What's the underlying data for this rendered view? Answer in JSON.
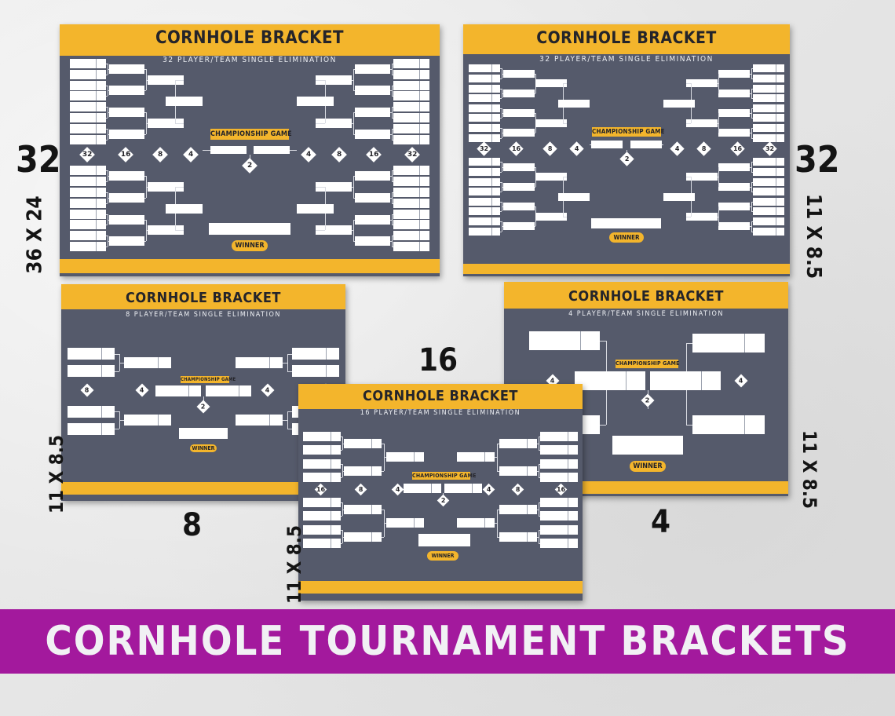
{
  "page": {
    "banner": "CORNHOLE TOURNAMENT BRACKETS",
    "colors": {
      "navy": "#555a6b",
      "yellow": "#f3b52c",
      "magenta": "#a3199d",
      "background": "#e9e9e9"
    }
  },
  "brackets": {
    "b32a": {
      "title": "CORNHOLE BRACKET",
      "subtitle": "32 PLAYER/TEAM SINGLE ELIMINATION",
      "championship": "CHAMPIONSHIP GAME",
      "winner": "WINNER",
      "rounds": [
        "32",
        "16",
        "8",
        "4",
        "2",
        "4",
        "8",
        "16",
        "32"
      ],
      "size_label": "32",
      "format_label": "36 X 24"
    },
    "b32b": {
      "title": "CORNHOLE BRACKET",
      "subtitle": "32 PLAYER/TEAM SINGLE ELIMINATION",
      "championship": "CHAMPIONSHIP GAME",
      "winner": "WINNER",
      "rounds": [
        "32",
        "16",
        "8",
        "4",
        "2",
        "4",
        "8",
        "16",
        "32"
      ],
      "size_label": "32",
      "format_label": "11 X 8.5"
    },
    "b8": {
      "title": "CORNHOLE BRACKET",
      "subtitle": "8 PLAYER/TEAM SINGLE ELIMINATION",
      "championship": "CHAMPIONSHIP GAME",
      "winner": "WINNER",
      "rounds": [
        "8",
        "4",
        "2",
        "4",
        "8"
      ],
      "size_label": "8",
      "format_label": "11 X 8.5"
    },
    "b4": {
      "title": "CORNHOLE BRACKET",
      "subtitle": "4 PLAYER/TEAM SINGLE ELIMINATION",
      "championship": "CHAMPIONSHIP GAME",
      "winner": "WINNER",
      "rounds": [
        "4",
        "2",
        "4"
      ],
      "size_label": "4",
      "format_label": "11 X 8.5"
    },
    "b16": {
      "title": "CORNHOLE BRACKET",
      "subtitle": "16 PLAYER/TEAM SINGLE ELIMINATION",
      "championship": "CHAMPIONSHIP GAME",
      "winner": "WINNER",
      "rounds": [
        "16",
        "8",
        "4",
        "2",
        "4",
        "8",
        "16"
      ],
      "size_label": "16",
      "format_label": "11 X 8.5"
    }
  }
}
